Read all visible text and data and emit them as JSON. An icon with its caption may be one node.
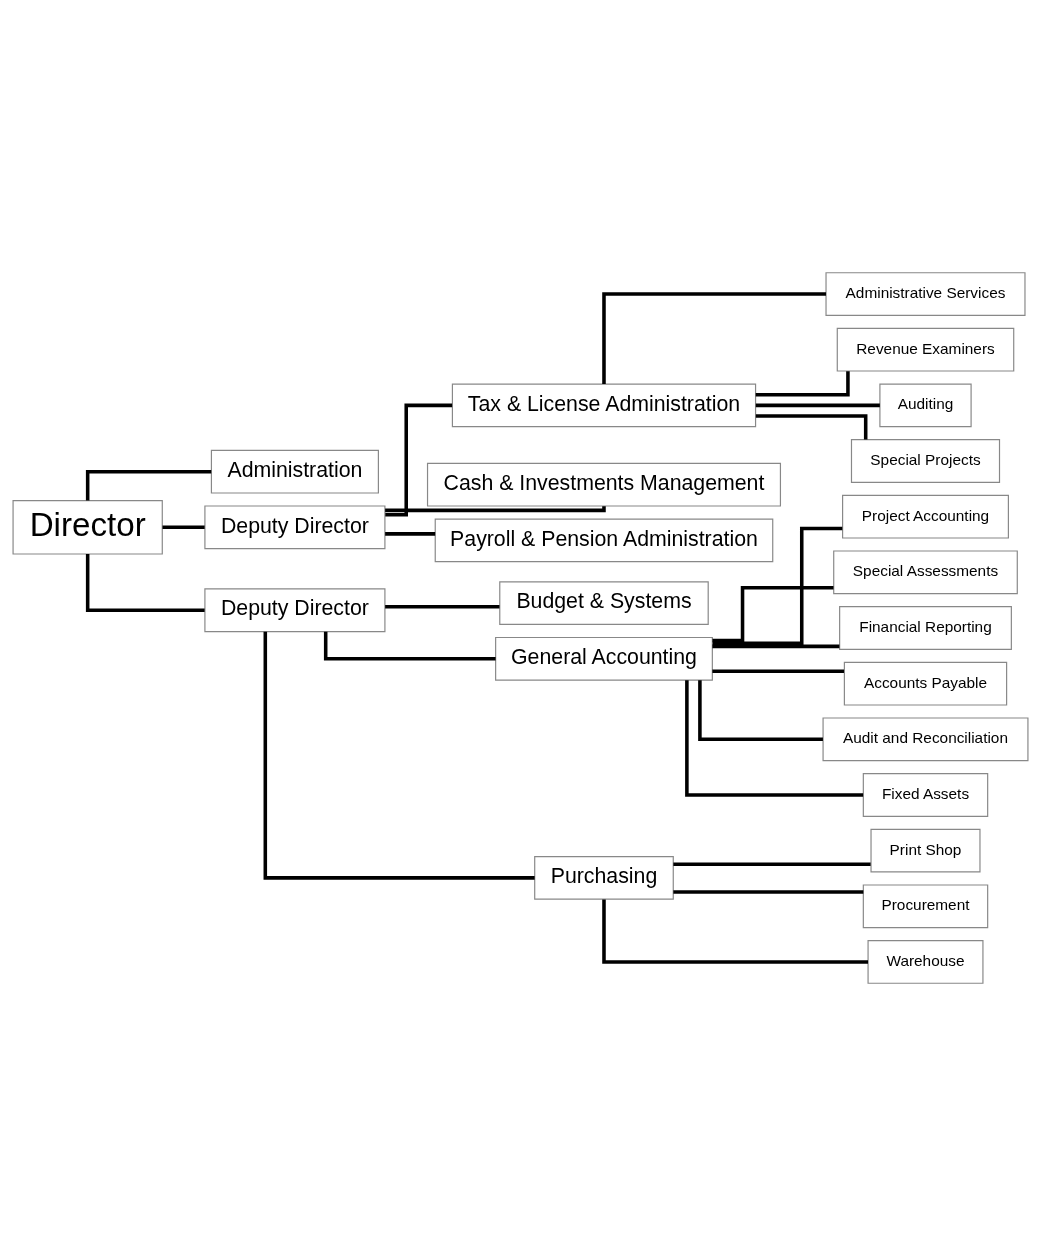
{
  "diagram": {
    "nodes": [
      {
        "text": [
          "Director"
        ]
      },
      {
        "text": [
          "Administration"
        ]
      },
      {
        "text": [
          "Deputy Director"
        ]
      },
      {
        "text": [
          "Deputy Director"
        ]
      },
      {
        "text": [
          "Tax & License Administration"
        ]
      },
      {
        "text": [
          "Administrative Services"
        ]
      },
      {
        "text": [
          "Revenue Examiners"
        ]
      },
      {
        "text": [
          "Auditing"
        ]
      },
      {
        "text": [
          "Special Projects"
        ]
      },
      {
        "text": [
          "Cash & Investments Management"
        ]
      },
      {
        "text": [
          "Payroll & Pension Administration"
        ]
      },
      {
        "text": [
          "Budget & Systems"
        ]
      },
      {
        "text": [
          "General Accounting"
        ]
      },
      {
        "text": [
          "Project Accounting"
        ]
      },
      {
        "text": [
          "Special Assessments"
        ]
      },
      {
        "text": [
          "Financial Reporting"
        ]
      },
      {
        "text": [
          "Accounts Payable"
        ]
      },
      {
        "text": [
          "Audit and Reconciliation"
        ]
      },
      {
        "text": [
          "Fixed Assets"
        ]
      },
      {
        "text": [
          "Purchasing"
        ]
      },
      {
        "text": [
          "Print Shop"
        ]
      },
      {
        "text": [
          "Procurement"
        ]
      },
      {
        "text": [
          "Warehouse"
        ]
      }
    ],
    "edges": [
      {
        "from": 0,
        "to": 1,
        "arrow": "none"
      },
      {
        "from": 0,
        "to": 2,
        "arrow": "none"
      },
      {
        "from": 0,
        "to": 3,
        "arrow": "none"
      },
      {
        "from": 2,
        "to": 4,
        "arrow": "none"
      },
      {
        "from": 4,
        "to": 5,
        "arrow": "none"
      },
      {
        "from": 4,
        "to": 6,
        "arrow": "none"
      },
      {
        "from": 4,
        "to": 7,
        "arrow": "none"
      },
      {
        "from": 4,
        "to": 8,
        "arrow": "none"
      },
      {
        "from": 2,
        "to": 9,
        "arrow": "none"
      },
      {
        "from": 2,
        "to": 10,
        "arrow": "none"
      },
      {
        "from": 3,
        "to": 11,
        "arrow": "none"
      },
      {
        "from": 3,
        "to": 12,
        "arrow": "none"
      },
      {
        "from": 12,
        "to": 13,
        "arrow": "none"
      },
      {
        "from": 12,
        "to": 14,
        "arrow": "none"
      },
      {
        "from": 12,
        "to": 15,
        "arrow": "none"
      },
      {
        "from": 12,
        "to": 16,
        "arrow": "none"
      },
      {
        "from": 12,
        "to": 17,
        "arrow": "none"
      },
      {
        "from": 12,
        "to": 18,
        "arrow": "none"
      },
      {
        "from": 3,
        "to": 19,
        "arrow": "none"
      },
      {
        "from": 19,
        "to": 20,
        "arrow": "none"
      },
      {
        "from": 19,
        "to": 21,
        "arrow": "none"
      },
      {
        "from": 19,
        "to": 22,
        "arrow": "none"
      }
    ]
  }
}
